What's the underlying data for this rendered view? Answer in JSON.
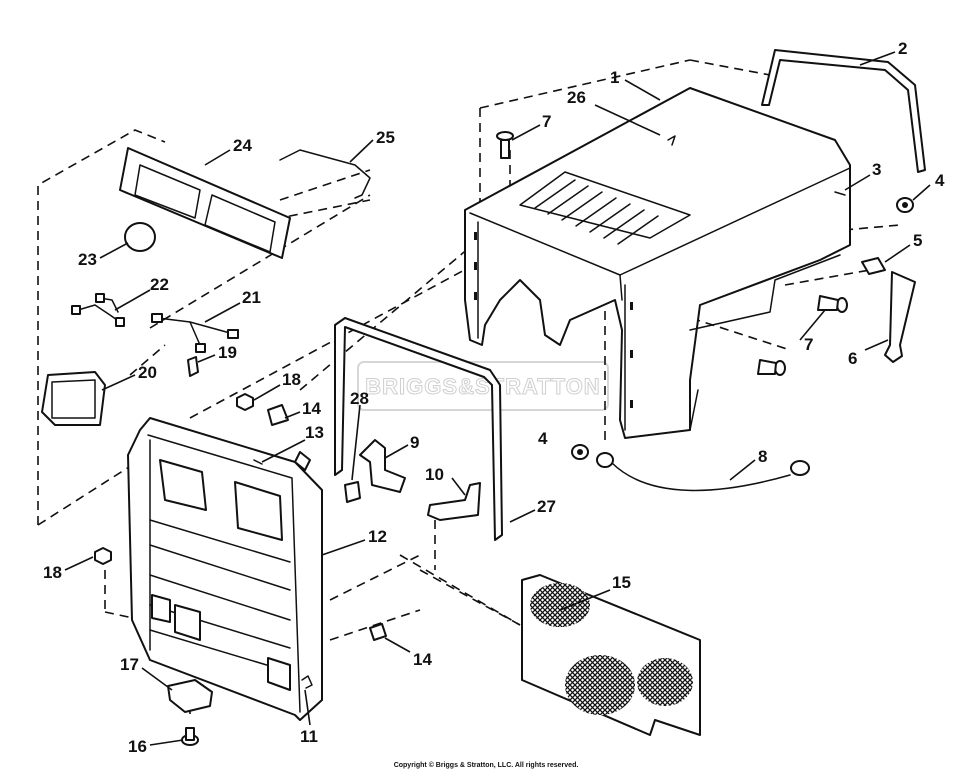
{
  "labels": {
    "p1": "1",
    "p2": "2",
    "p3": "3",
    "p4a": "4",
    "p4b": "4",
    "p5": "5",
    "p6": "6",
    "p7a": "7",
    "p7b": "7",
    "p8": "8",
    "p9": "9",
    "p10": "10",
    "p11": "11",
    "p12": "12",
    "p13": "13",
    "p14a": "14",
    "p14b": "14",
    "p15": "15",
    "p16": "16",
    "p17": "17",
    "p18a": "18",
    "p18b": "18",
    "p19": "19",
    "p20": "20",
    "p21": "21",
    "p22": "22",
    "p23": "23",
    "p24": "24",
    "p25": "25",
    "p26": "26",
    "p27": "27",
    "p28": "28"
  },
  "watermark": "BRIGGS&STRATTON",
  "copyright": "Copyright © Briggs & Stratton, LLC. All rights reserved."
}
